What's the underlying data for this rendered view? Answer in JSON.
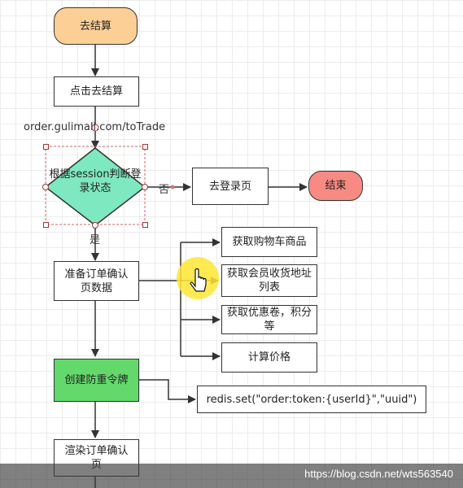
{
  "nodes": {
    "start": "去结算",
    "click_checkout": "点击去结算",
    "check_login": "根据session判断登录状态",
    "login_page": "去登录页",
    "end": "结束",
    "prepare_confirm": "准备订单确认页数据",
    "get_cart": "获取购物车商品",
    "get_address": "获取会员收货地址列表",
    "get_coupons": "获取优惠卷，积分等",
    "calc_price": "计算价格",
    "create_token": "创建防重令牌",
    "redis_set": "redis.set(\"order:token:{userId}\",\"uuid\")",
    "render_confirm": "渲染订单确认页"
  },
  "labels": {
    "url": "order.gulimall.com/toTrade",
    "no": "否",
    "yes": "是"
  },
  "watermark": "https://blog.csdn.net/wts563540",
  "colors": {
    "start_fill": "#fccf97",
    "decision_fill": "#7ee8c0",
    "end_fill": "#f78a82",
    "token_fill": "#63d96c",
    "cursor_highlight": "#ffe633"
  }
}
